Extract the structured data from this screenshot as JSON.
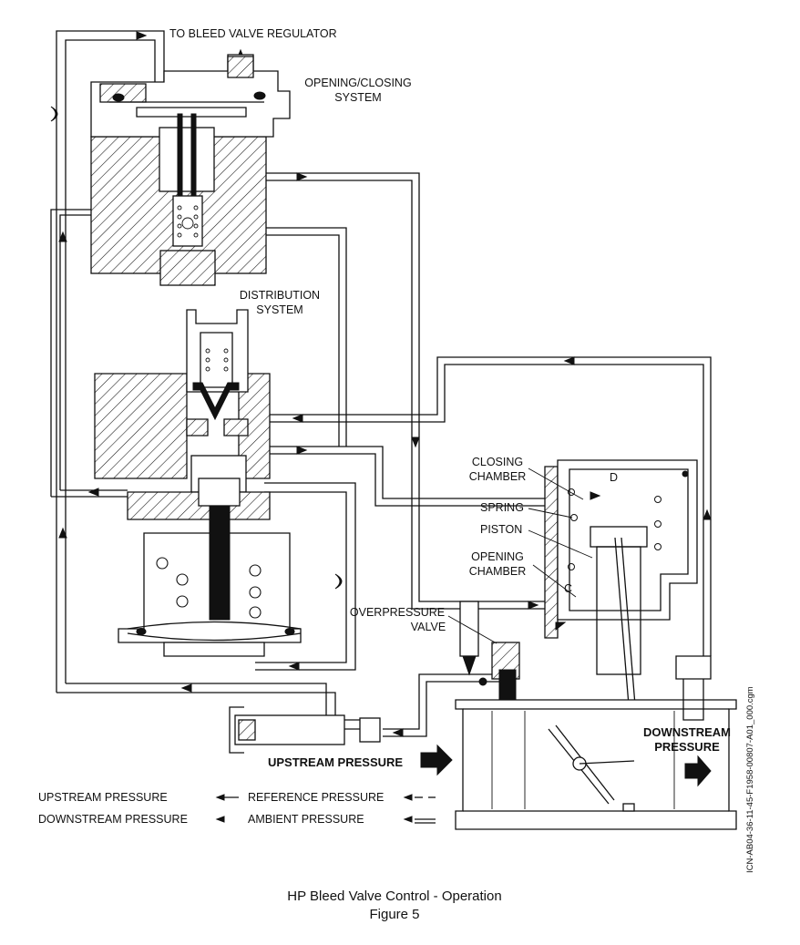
{
  "labels": {
    "to_bleed_valve_regulator": "TO BLEED VALVE REGULATOR",
    "opening_closing_1": "OPENING/CLOSING",
    "opening_closing_2": "SYSTEM",
    "distribution_1": "DISTRIBUTION",
    "distribution_2": "SYSTEM",
    "closing_chamber_1": "CLOSING",
    "closing_chamber_2": "CHAMBER",
    "chamber_d": "D",
    "spring": "SPRING",
    "piston": "PISTON",
    "opening_chamber_1": "OPENING",
    "opening_chamber_2": "CHAMBER",
    "chamber_c": "C",
    "overpressure_1": "OVERPRESSURE",
    "overpressure_2": "VALVE",
    "upstream_pressure_main": "UPSTREAM PRESSURE",
    "downstream_pressure_1": "DOWNSTREAM",
    "downstream_pressure_2": "PRESSURE"
  },
  "legend": {
    "upstream": "UPSTREAM PRESSURE",
    "downstream": "DOWNSTREAM PRESSURE",
    "reference": "REFERENCE PRESSURE",
    "ambient": "AMBIENT PRESSURE"
  },
  "icn_code": "ICN-AB04-36-11-45-F1958-00807-A01_000.cgm",
  "caption": {
    "title": "HP Bleed Valve Control - Operation",
    "figure": "Figure 5"
  }
}
